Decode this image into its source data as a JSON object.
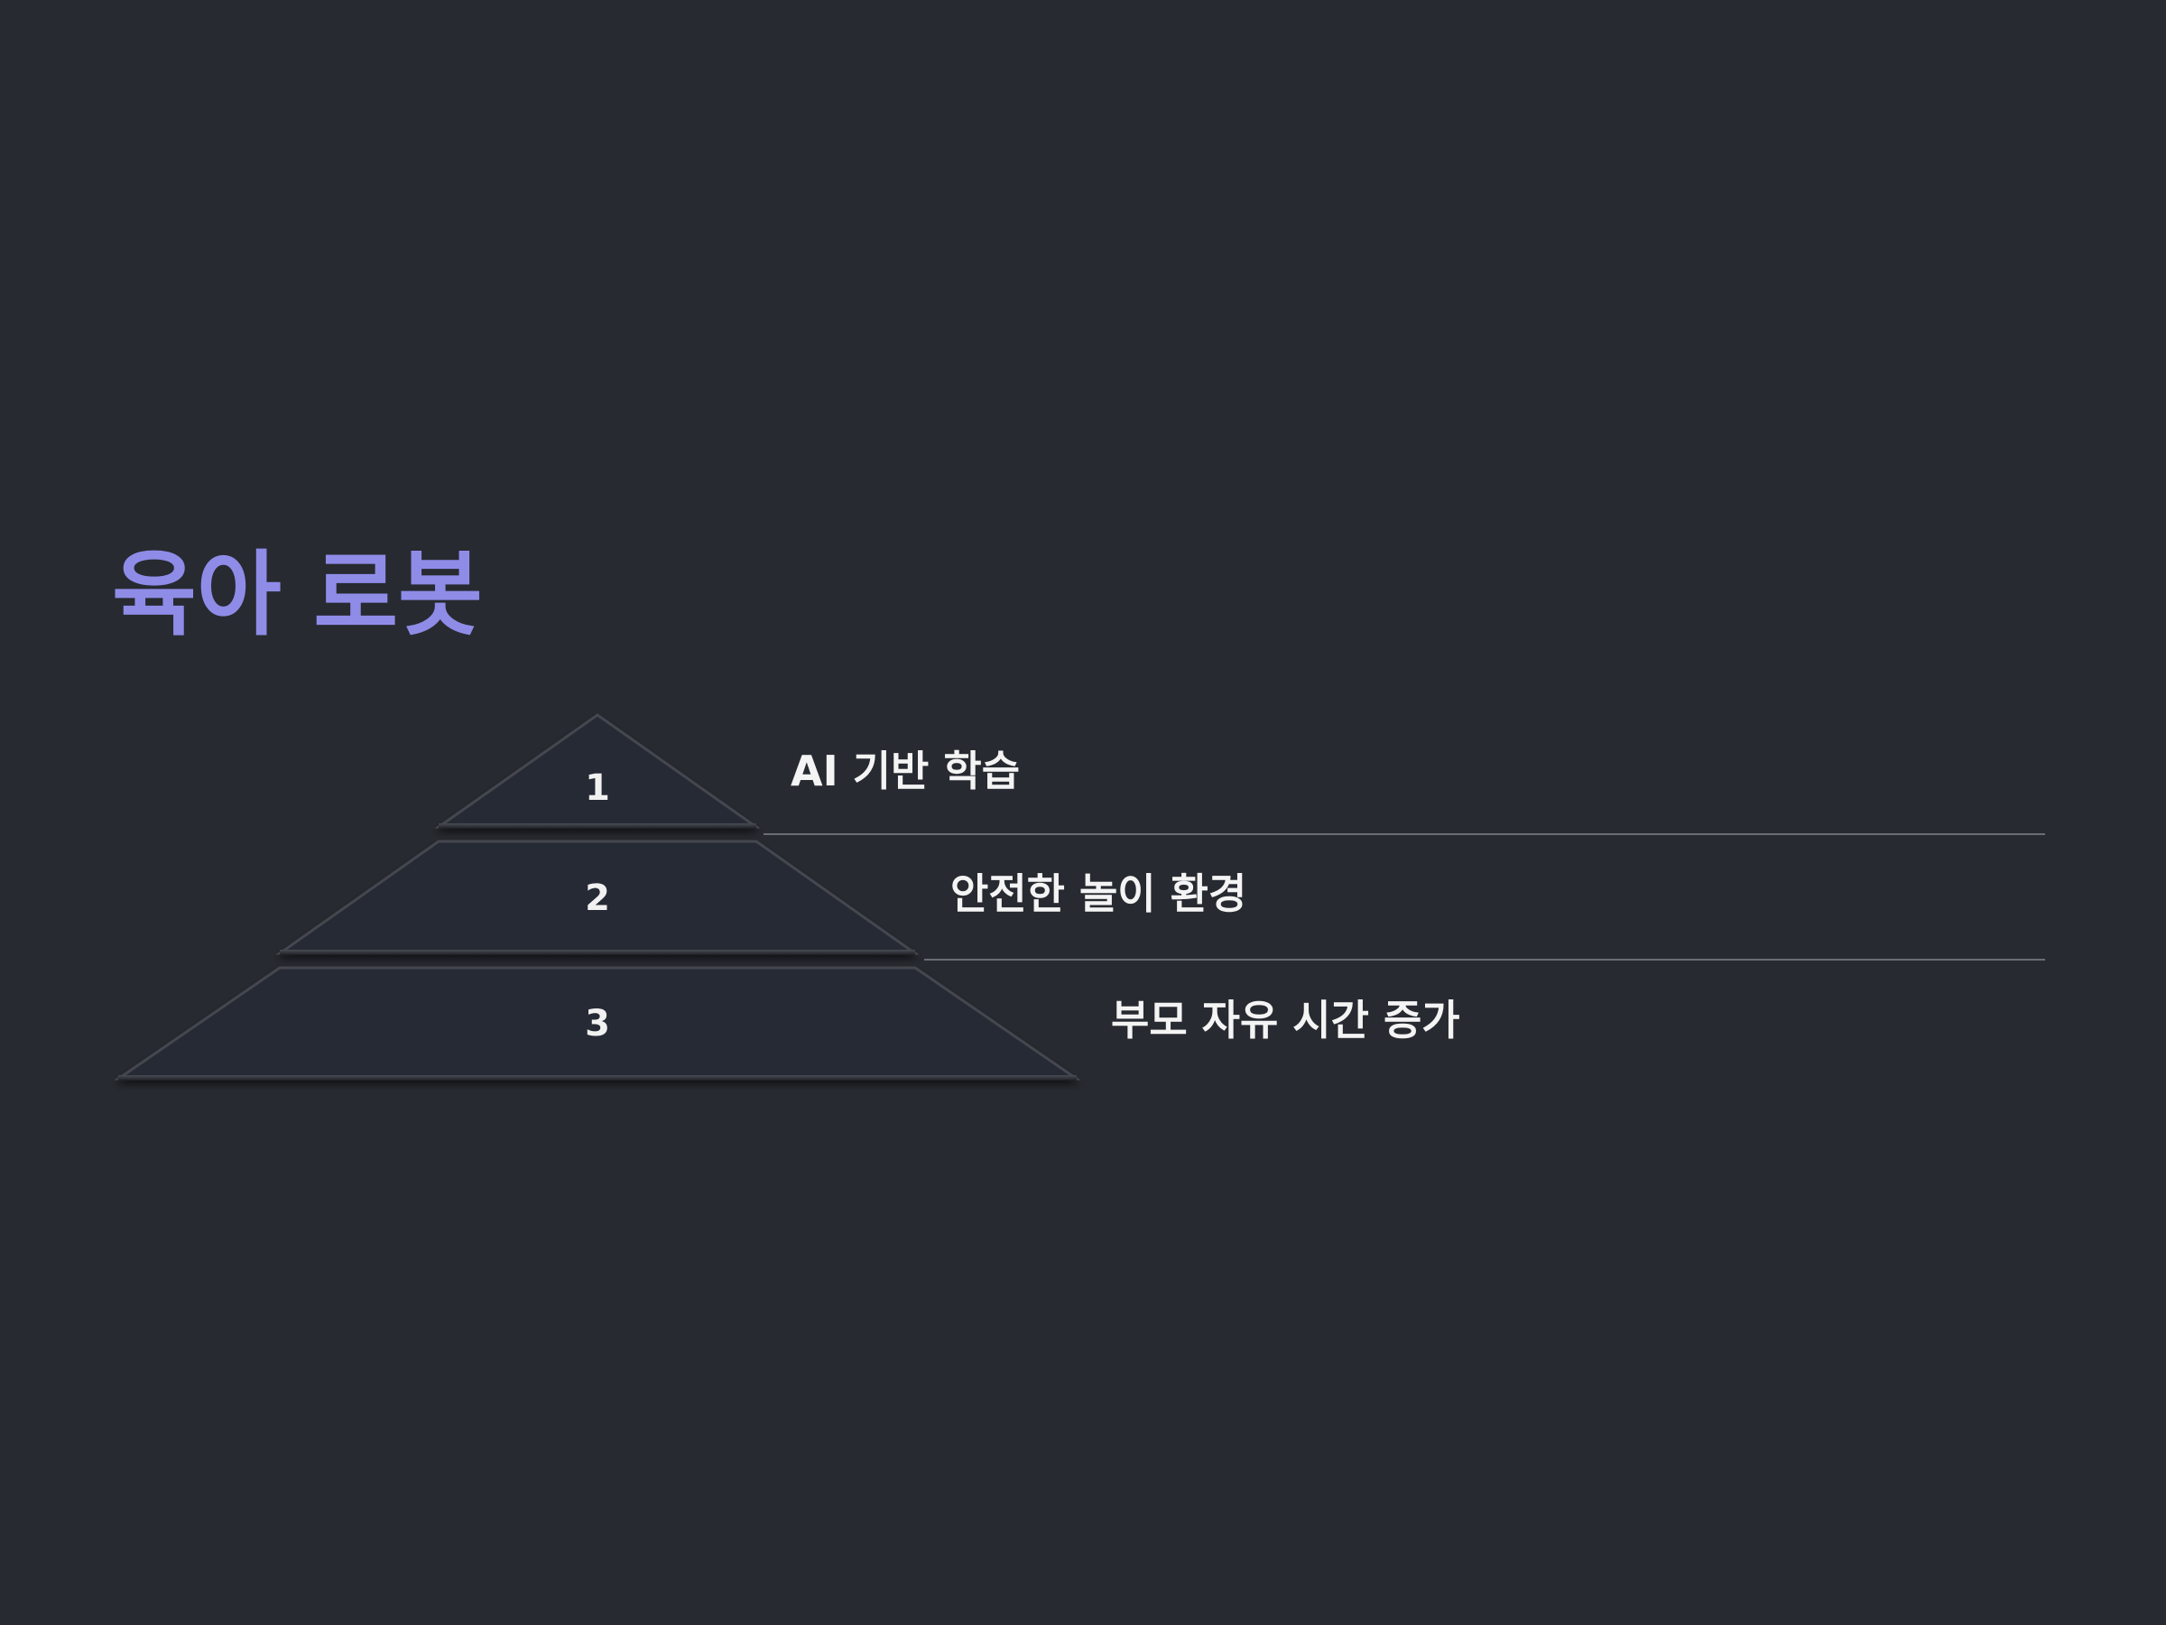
{
  "title": "육아 로봇",
  "colors": {
    "background": "#272a30",
    "accent": "#8f8ce8",
    "tier_fill": "#262a35",
    "text": "#f4f4f4",
    "divider": "#6a6d74"
  },
  "levels": [
    {
      "number": "1",
      "label": "AI 기반 학습"
    },
    {
      "number": "2",
      "label": "안전한 놀이 환경"
    },
    {
      "number": "3",
      "label": "부모 자유 시간 증가"
    }
  ]
}
